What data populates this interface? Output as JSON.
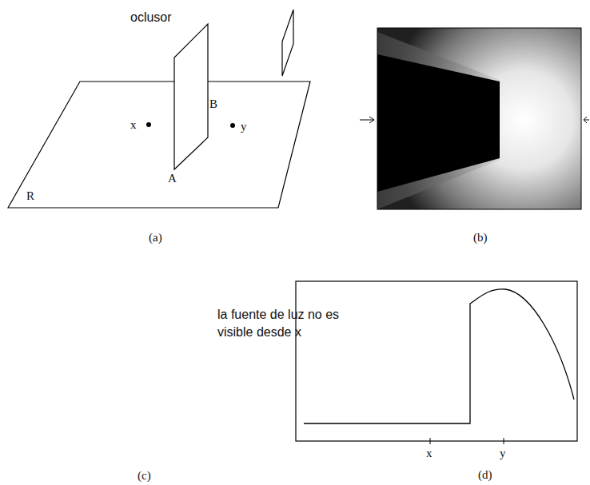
{
  "diagram": {
    "labels": [
      "oclusor",
      "B",
      "x",
      "y",
      "A",
      "R",
      "(a)",
      "(b)",
      "la fuente de luz no es visible desde x",
      "(c)",
      "x",
      "y",
      "(d)"
    ]
  }
}
